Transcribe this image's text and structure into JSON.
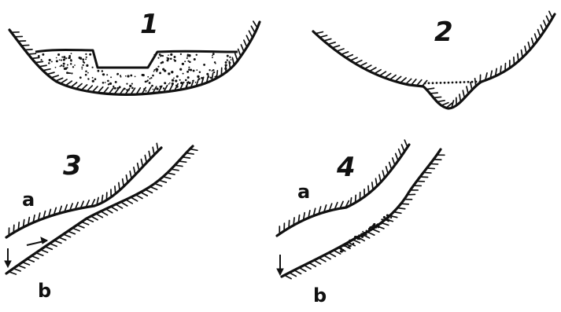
{
  "panels": [
    {
      "id": "1",
      "label": "1"
    },
    {
      "id": "2",
      "label": "2"
    },
    {
      "id": "3",
      "label": "3",
      "upper_label": "a",
      "lower_label": "b"
    },
    {
      "id": "4",
      "label": "4",
      "upper_label": "a",
      "lower_label": "b"
    }
  ],
  "colors": {
    "ink": "#111111",
    "background": "#ffffff"
  },
  "icons": {
    "flow_arrow": "arrow-right-icon",
    "down_arrow": "arrow-down-icon"
  }
}
